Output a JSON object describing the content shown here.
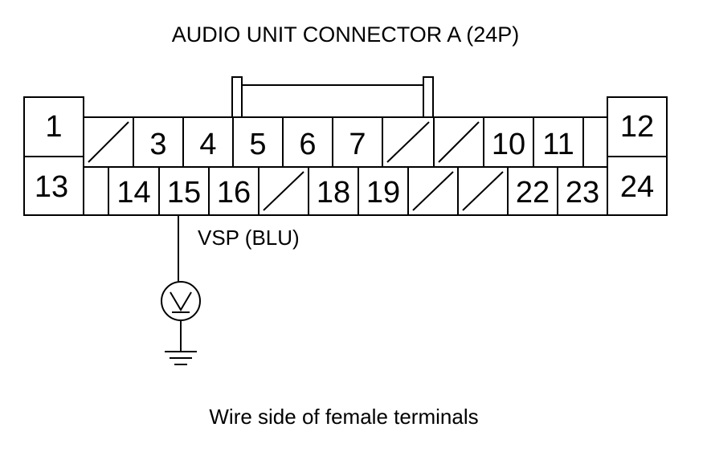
{
  "title": "AUDIO UNIT CONNECTOR A (24P)",
  "caption": "Wire side of female terminals",
  "wire_label": "VSP (BLU)",
  "meter_symbol": "V",
  "pins_top": [
    {
      "id": "c1",
      "label": ""
    },
    {
      "id": "c3",
      "label": "3"
    },
    {
      "id": "c4",
      "label": "4"
    },
    {
      "id": "c5",
      "label": "5"
    },
    {
      "id": "c6",
      "label": "6"
    },
    {
      "id": "c7",
      "label": "7"
    },
    {
      "id": "c8",
      "label": ""
    },
    {
      "id": "c9",
      "label": ""
    },
    {
      "id": "c10",
      "label": "10"
    },
    {
      "id": "c11",
      "label": "11"
    },
    {
      "id": "c11b",
      "label": ""
    }
  ],
  "pins_bottom": [
    {
      "id": "d1",
      "label": ""
    },
    {
      "id": "d14",
      "label": "14"
    },
    {
      "id": "d15",
      "label": "15"
    },
    {
      "id": "d16",
      "label": "16"
    },
    {
      "id": "d17",
      "label": ""
    },
    {
      "id": "d18",
      "label": "18"
    },
    {
      "id": "d19",
      "label": "19"
    },
    {
      "id": "d20",
      "label": ""
    },
    {
      "id": "d21",
      "label": ""
    },
    {
      "id": "d22",
      "label": "22"
    },
    {
      "id": "d23",
      "label": "23"
    }
  ],
  "end_pins": {
    "left_top": "1",
    "left_bottom": "13",
    "right_top": "12",
    "right_bottom": "24"
  }
}
